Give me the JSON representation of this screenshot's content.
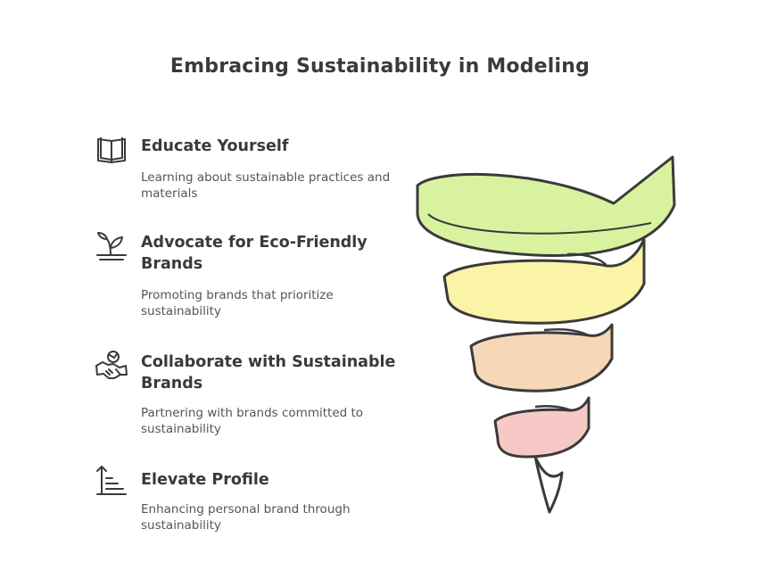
{
  "title": "Embracing Sustainability in Modeling",
  "steps": [
    {
      "icon": "book-icon",
      "heading": "Educate Yourself",
      "description": "Learning about sustainable practices and materials"
    },
    {
      "icon": "plant-icon",
      "heading": "Advocate for Eco-Friendly Brands",
      "description": "Promoting brands that prioritize sustainability"
    },
    {
      "icon": "handshake-icon",
      "heading": "Collaborate with Sustainable Brands",
      "description": "Partnering with brands committed to sustainability"
    },
    {
      "icon": "growth-icon",
      "heading": "Elevate Profile",
      "description": "Enhancing personal brand through sustainability"
    }
  ],
  "colors": {
    "band1": "#d9f2a0",
    "band2": "#fbf3a6",
    "band3": "#f6d8b8",
    "band4": "#f6c9c6",
    "stroke": "#3a3a3a"
  }
}
